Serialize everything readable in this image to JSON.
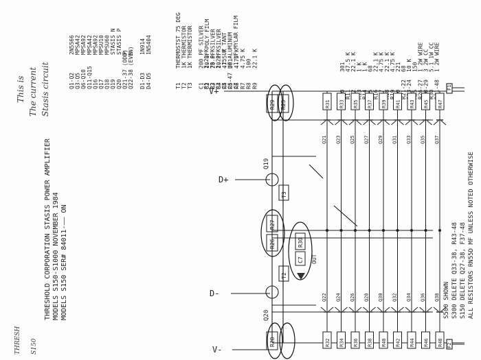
{
  "title_block": {
    "lines": [
      "THRESHOLD CORPORATION  STASIS POWER AMPLIFIER",
      "MODELS S150-S1000   NOVEMBER 1984",
      "MODELS S150 SER# 84011-—— ON"
    ]
  },
  "handwritten": {
    "margin_note": [
      "This is",
      "The current",
      "Stasis circuit"
    ],
    "left_scribble": [
      "THRESH",
      "S150"
    ]
  },
  "notes": [
    "S500 SHOWN",
    "S300 DELETE Q33-38, R43-48",
    "S150 DELETE Q27-38, F37-48",
    "ALL RESISTORS RN55D MF UNLESS NOTED OTHERWISE"
  ],
  "parts_semis": [
    [
      "Q1-Q2",
      "2N5566"
    ],
    [
      "Q3-Q5",
      "MPSA42"
    ],
    [
      "Q6-Q10",
      "MPSA92"
    ],
    [
      "Q11-Q15",
      "MPSA42"
    ],
    [
      "Q16",
      "MPSA92"
    ],
    [
      "Q17",
      "MPSU10"
    ],
    [
      "Q18",
      "MPSU60"
    ],
    [
      "Q19",
      "STASIS N"
    ],
    [
      "Q20",
      "STASIS P"
    ],
    [
      "Q21-37 (ODD)",
      "P"
    ],
    [
      "Q22-38 (EVEN)",
      "N"
    ],
    [
      "",
      ""
    ],
    [
      "D1-D3",
      "1N914"
    ],
    [
      "D4-D5",
      "1N5404"
    ]
  ],
  "parts_misc": [
    [
      "T1",
      "THERMOSTST 75 DEG"
    ],
    [
      "T2",
      "1K THERMISTOR"
    ],
    [
      "T3",
      "1K THERMISTOR"
    ],
    [
      "",
      ""
    ],
    [
      "C1",
      "200 PF SILVER"
    ],
    [
      "C2",
      "10 UF POLY FILM"
    ],
    [
      "C3",
      "20 PF SILVER"
    ],
    [
      "C4",
      "10 PF SILVER"
    ],
    [
      "C5",
      ".15 UF TANT"
    ],
    [
      "C6-47",
      "UF ALUMINUM"
    ],
    [
      "C7",
      ".1 UF MYLAR FILM"
    ]
  ],
  "parts_res_a": [
    [
      "R1",
      "2.21 K"
    ],
    [
      "R2",
      "75.0 K"
    ],
    [
      "R3",
      "2.21 K"
    ],
    [
      "R4",
      "47.5 K"
    ],
    [
      "R5",
      "301"
    ],
    [
      "R6",
      "4.75 K"
    ],
    [
      "R7",
      "4.75 K"
    ],
    [
      "R8",
      "100"
    ],
    [
      "R9",
      "22.1 K"
    ]
  ],
  "parts_res_b": [
    [
      "R10",
      "301"
    ],
    [
      "R11",
      "47.5 K"
    ],
    [
      "R12",
      "22.1 K"
    ],
    [
      "R13",
      "1 K"
    ],
    [
      "R14",
      "1 K"
    ],
    [
      "R15",
      "68"
    ],
    [
      "R16",
      "22.1 K"
    ],
    [
      "R17",
      "4.75 K"
    ],
    [
      "R18",
      "22.1 K"
    ],
    [
      "R19",
      "4.75 K"
    ],
    [
      "R20",
      "221"
    ],
    [
      "R21-22",
      "68"
    ],
    [
      "R23-24",
      "10 K"
    ],
    [
      "R25",
      "150"
    ],
    [
      "R26-27",
      "1 2W WIRE"
    ],
    [
      "R28-29",
      "3 2W CC"
    ],
    [
      "R30",
      "5.1 1W CC"
    ],
    [
      "R31-48",
      "1 2W WIRE"
    ]
  ],
  "callouts": {
    "v_plus": "V+",
    "d_plus": "D+",
    "d_minus": "D-",
    "v_minus": "V-"
  },
  "schematic": {
    "q19": "Q19",
    "q20": "Q20",
    "t2": "T2",
    "t3": "T3",
    "r26": "R26",
    "r27": "R27",
    "r30": "R30",
    "c7": "C7",
    "out": "OUT",
    "r29": "R29",
    "r28": "R28",
    "r25": "R25",
    "f1": "F1",
    "f2": "F2",
    "top_resistors": [
      "R31",
      "R33",
      "R35",
      "R37",
      "R39",
      "R41",
      "R43",
      "R45",
      "R47"
    ],
    "bottom_resistors": [
      "R32",
      "R34",
      "R36",
      "R38",
      "R40",
      "R42",
      "R44",
      "R46",
      "R48"
    ],
    "top_transistors": [
      "Q21",
      "Q23",
      "Q25",
      "Q27",
      "Q29",
      "Q31",
      "Q33",
      "Q35",
      "Q37"
    ],
    "bottom_transistors": [
      "Q22",
      "Q24",
      "Q26",
      "Q28",
      "Q30",
      "Q32",
      "Q34",
      "Q36",
      "Q38"
    ]
  },
  "colors": {
    "ink": "#1c1c1c",
    "paper": "#fdfdfd"
  }
}
